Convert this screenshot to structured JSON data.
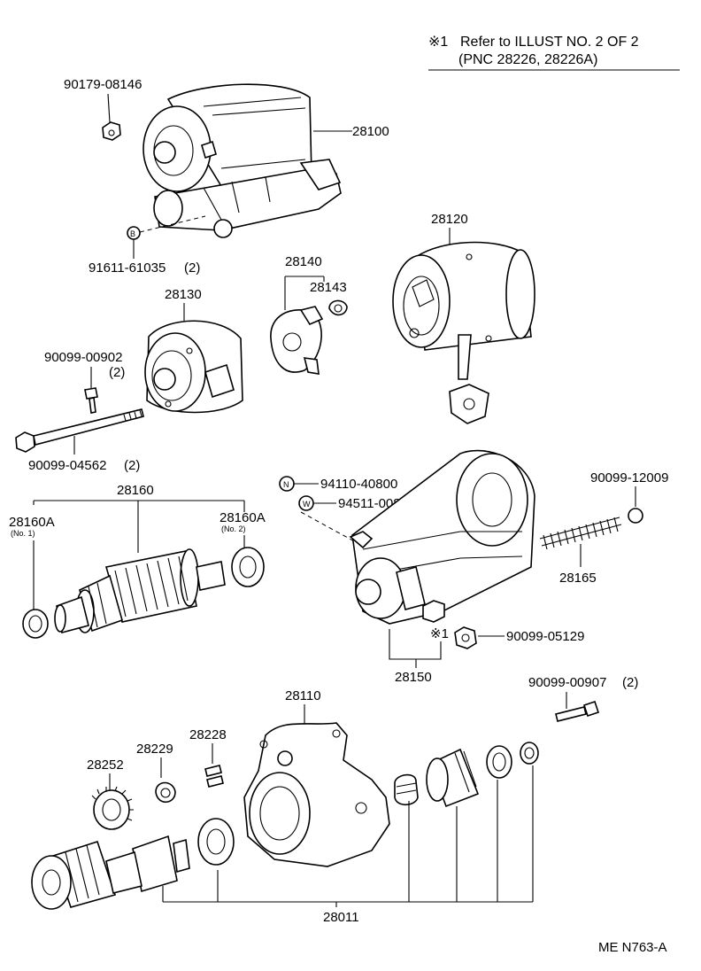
{
  "header": {
    "mark": "※1",
    "note_line1": "Refer to ILLUST NO. 2 OF 2",
    "note_line2": "(PNC 28226, 28226A)"
  },
  "labels": {
    "p90179": "90179-08146",
    "p28100": "28100",
    "p91611": "91611-61035",
    "p91611_qty": "(2)",
    "bolt_b": "B",
    "p28120": "28120",
    "p28140": "28140",
    "p28143": "28143",
    "p28130": "28130",
    "p90099_00902": "90099-00902",
    "p90099_00902_qty": "(2)",
    "p90099_04562": "90099-04562",
    "p90099_04562_qty": "(2)",
    "p28160": "28160",
    "p28160A_1": "28160A",
    "p28160A_1_sub": "(No. 1)",
    "p28160A_2": "28160A",
    "p28160A_2_sub": "(No. 2)",
    "nut_n": "N",
    "p94110": "94110-40800",
    "washer_w": "W",
    "p94511": "94511-00800",
    "p90099_12009": "90099-12009",
    "p28165": "28165",
    "mark1": "※1",
    "p90099_05129": "90099-05129",
    "p28150": "28150",
    "p28110": "28110",
    "p90099_00907": "90099-00907",
    "p90099_00907_qty": "(2)",
    "p28228": "28228",
    "p28229": "28229",
    "p28252": "28252",
    "p28011": "28011"
  },
  "footer": {
    "code": "ME N763-A"
  }
}
